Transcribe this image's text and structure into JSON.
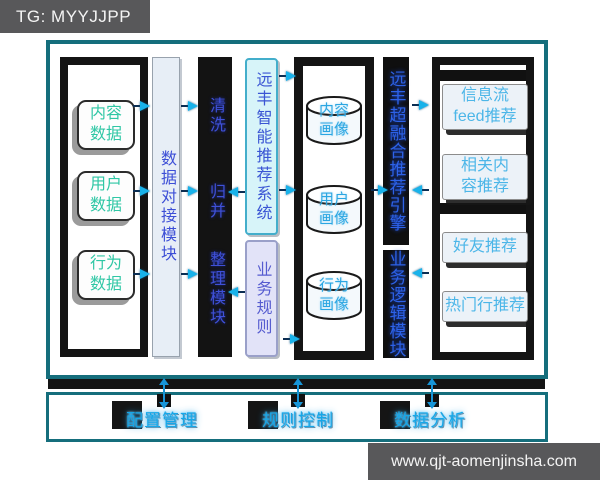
{
  "banners": {
    "top": "TG: MYYJJPP",
    "bottom": "www.qjt-aomenjinsha.com"
  },
  "colors": {
    "frame_teal": "#156e7c",
    "banner_gray": "#58585a",
    "source_green": "#2fc7a5",
    "module_indigo": "#3c4ed6",
    "arrow_cyan": "#18b2ea",
    "output_blue": "#4cb6e8",
    "engine_blue": "#2d62e8",
    "control_blue": "#16a7e8",
    "container_black": "#141414"
  },
  "diagram": {
    "sources": [
      {
        "label": "内容\n数据"
      },
      {
        "label": "用户\n数据"
      },
      {
        "label": "行为\n数据"
      }
    ],
    "dock_module": "数据对接模块",
    "clean_module": {
      "part1": "清洗",
      "part2": "归并",
      "part3": "整理模块"
    },
    "system": "远丰智能推荐系统",
    "rules": "业务规则",
    "profiles": [
      {
        "label": "内容\n画像"
      },
      {
        "label": "用户\n画像"
      },
      {
        "label": "行为\n画像"
      }
    ],
    "engine": "远丰超融合推荐引擎",
    "logic": "业务逻辑模块",
    "outputs": [
      {
        "label": "信息流\nfeed推荐"
      },
      {
        "label": "相关内\n容推荐"
      },
      {
        "label": "好友推荐"
      },
      {
        "label": "热门行推荐"
      }
    ],
    "controls": [
      {
        "label": "配置管理"
      },
      {
        "label": "规则控制"
      },
      {
        "label": "数据分析"
      }
    ]
  }
}
